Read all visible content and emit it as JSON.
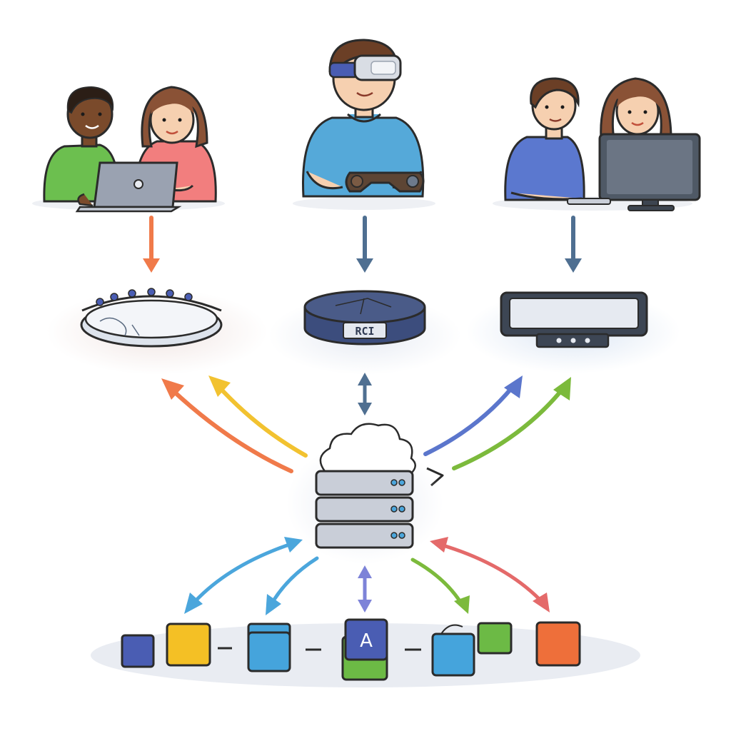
{
  "diagram": {
    "top_groups": [
      {
        "id": "pair-laptop",
        "people": 2,
        "device": "laptop"
      },
      {
        "id": "vr-user",
        "people": 1,
        "device": "vr-headset-and-controller"
      },
      {
        "id": "pair-desktop",
        "people": 2,
        "device": "desktop-monitor"
      }
    ],
    "hub_devices": [
      {
        "id": "ring-device",
        "arrow_color": "#f07a4a"
      },
      {
        "id": "puck-device",
        "label": "RCI",
        "arrow_color": "#4f6f91"
      },
      {
        "id": "panel-device",
        "arrow_color": "#4f6f91"
      }
    ],
    "center": {
      "id": "cloud-server",
      "icons": [
        "cloud-icon",
        "server-stack-icon"
      ]
    },
    "module_tile_label": "A",
    "colors": {
      "orange": "#f07a4a",
      "yellow": "#f2c230",
      "steel_blue": "#4f6f91",
      "indigo": "#5b76cc",
      "green": "#7cba3c",
      "sky_blue": "#4ba6dc",
      "violet": "#7d83d8",
      "red": "#e46a6a",
      "tile_navy": "#4a5db3",
      "tile_yellow": "#f4c025",
      "tile_blue": "#45a4dc",
      "tile_green": "#6cba45",
      "tile_orange": "#ee6f3a"
    }
  }
}
